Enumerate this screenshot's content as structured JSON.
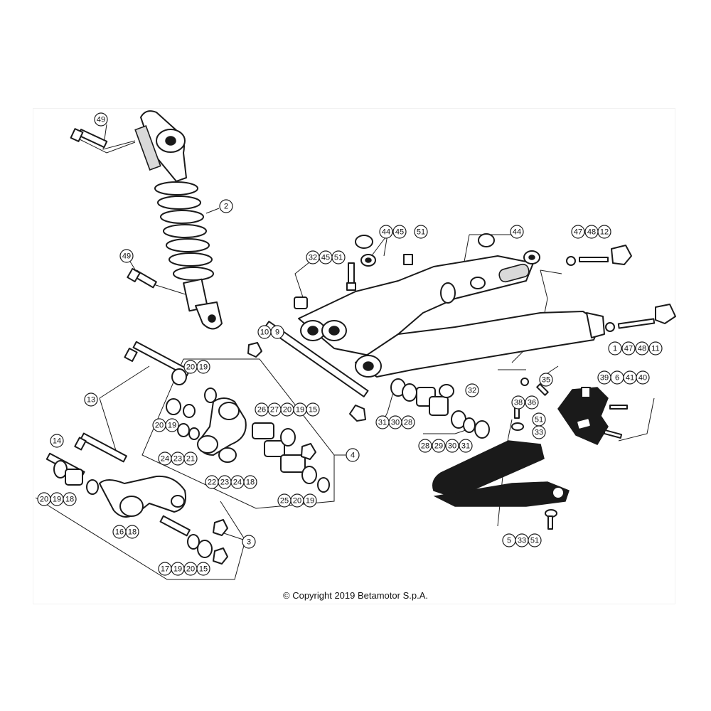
{
  "diagram": {
    "copyright": "© Copyright 2019 Betamotor S.p.A.",
    "callouts": [
      "49",
      "2",
      "49",
      "44",
      "45",
      "51",
      "44",
      "47",
      "48",
      "12",
      "32",
      "45",
      "51",
      "10",
      "9",
      "1",
      "47",
      "48",
      "11",
      "20",
      "19",
      "13",
      "20",
      "19",
      "24",
      "23",
      "21",
      "26",
      "27",
      "20",
      "19",
      "15",
      "39",
      "6",
      "41",
      "40",
      "35",
      "38",
      "36",
      "51",
      "33",
      "31",
      "30",
      "28",
      "32",
      "28",
      "29",
      "30",
      "31",
      "14",
      "22",
      "23",
      "24",
      "18",
      "25",
      "20",
      "19",
      "4",
      "20",
      "19",
      "18",
      "16",
      "18",
      "3",
      "17",
      "19",
      "20",
      "15",
      "5",
      "33",
      "51"
    ]
  }
}
